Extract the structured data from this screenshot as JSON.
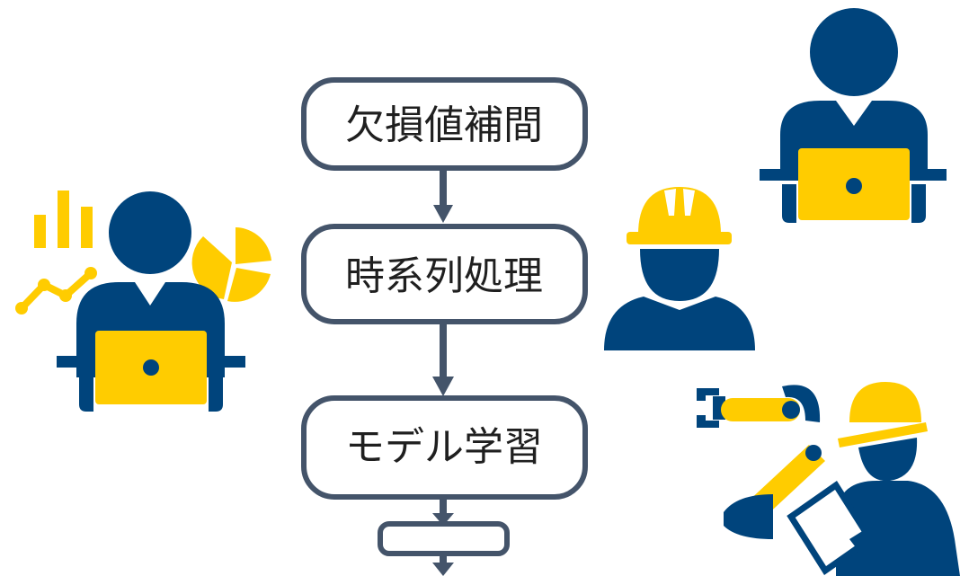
{
  "flow": {
    "steps": [
      {
        "label": "欠損値補間"
      },
      {
        "label": "時系列処理"
      },
      {
        "label": "モデル学習"
      },
      {
        "label": ""
      }
    ]
  },
  "icons": {
    "left": "data-analyst-with-laptop-and-charts-icon",
    "top_right": "person-with-laptop-icon",
    "middle_right": "worker-with-hard-hat-icon",
    "bottom_right": "worker-with-tablet-and-robot-arm-icon"
  },
  "colors": {
    "navy": "#00447c",
    "yellow": "#ffcc00",
    "box_border": "#44546a",
    "text": "#1f1f1f"
  }
}
